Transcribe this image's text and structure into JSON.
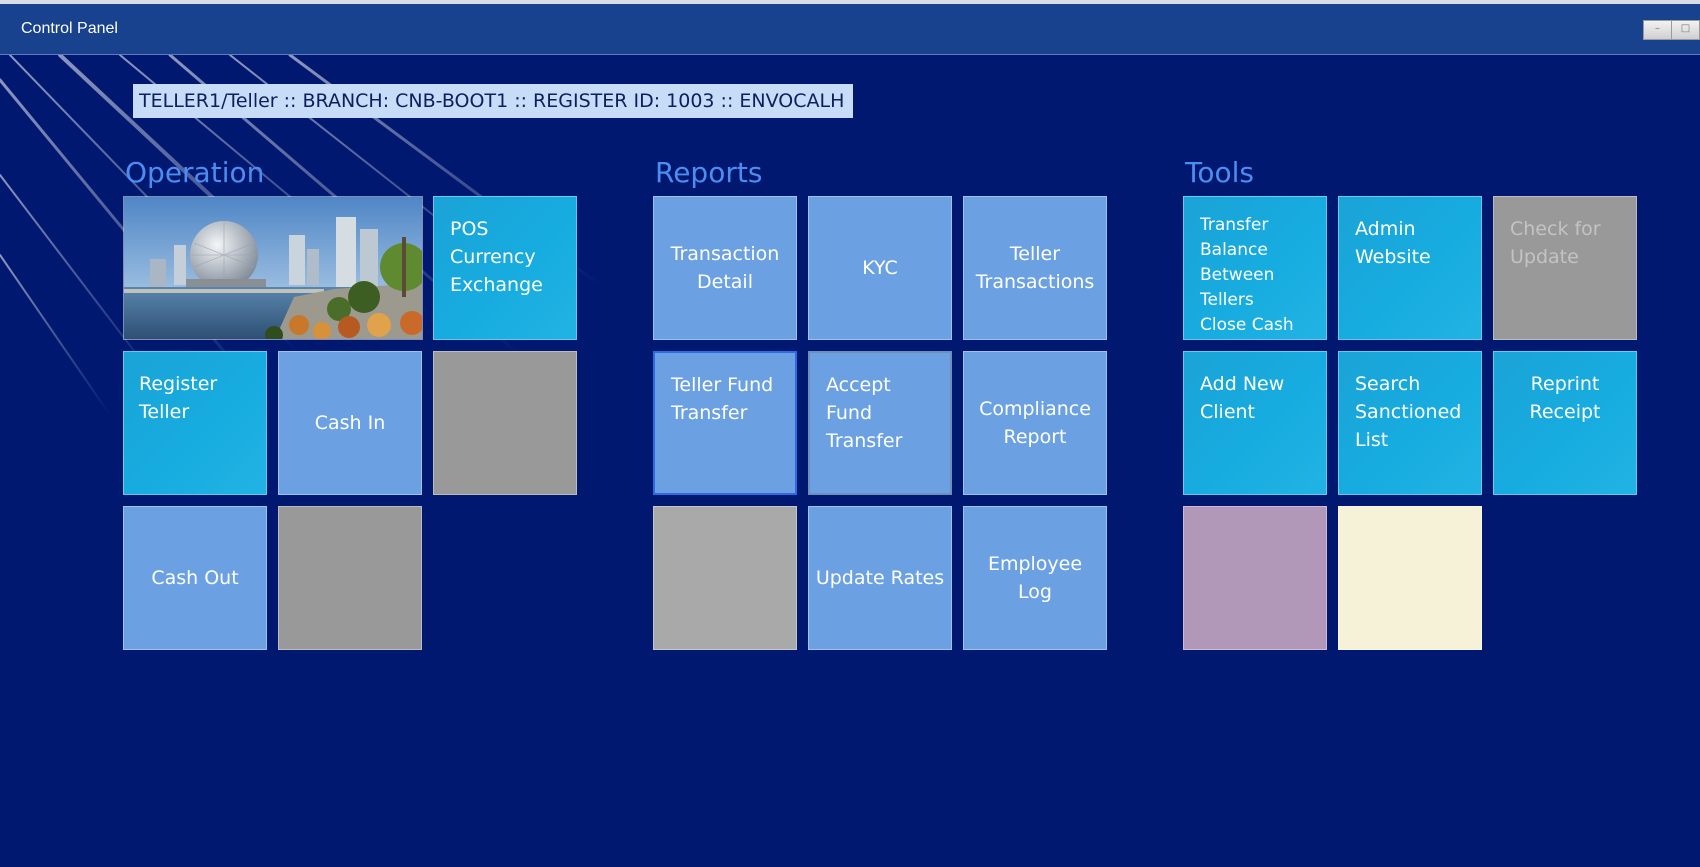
{
  "window": {
    "title": "Control Panel",
    "minimize_glyph": "–",
    "maximize_glyph": "□"
  },
  "header": {
    "info": "TELLER1/Teller :: BRANCH: CNB-BOOT1 :: REGISTER ID: 1003 :: ENVOCALH"
  },
  "sections": {
    "operation": {
      "title": "Operation",
      "photo": "city-waterfront-photo",
      "tiles": {
        "pos_currency_exchange": "POS\n Currency\n Exchange",
        "register_teller": "Register Teller",
        "cash_in": "Cash In",
        "cash_out": "Cash Out"
      }
    },
    "reports": {
      "title": "Reports",
      "tiles": {
        "transaction_detail": "Transaction\nDetail",
        "kyc": "KYC",
        "teller_transactions": "Teller\nTransactions",
        "teller_fund_transfer": "Teller Fund\nTransfer",
        "accept_fund_transfer": "Accept\nFund Transfer",
        "compliance_report": "Compliance\nReport",
        "update_rates": "Update Rates",
        "employee_log": "Employee\nLog"
      }
    },
    "tools": {
      "title": "Tools",
      "tiles": {
        "transfer_balance": "Transfer Balance\nBetween Tellers\nClose Cash",
        "admin_website": "Admin\nWebsite",
        "check_for_update": "Check for\nUpdate",
        "add_new_client": "Add New\nClient",
        "search_sanctioned_list": "Search\nSanctioned\nList",
        "reprint_receipt": "Reprint\nReceipt"
      }
    }
  },
  "colors": {
    "background": "#011871",
    "titlebar": "#18418e",
    "tile_blue": "#6ba1e3",
    "tile_cyan": "#1aa3d6",
    "tile_gray": "#999999",
    "tile_mauve": "#b197b8",
    "tile_cream": "#f6f2d7",
    "section_title": "#4d8cf0"
  }
}
